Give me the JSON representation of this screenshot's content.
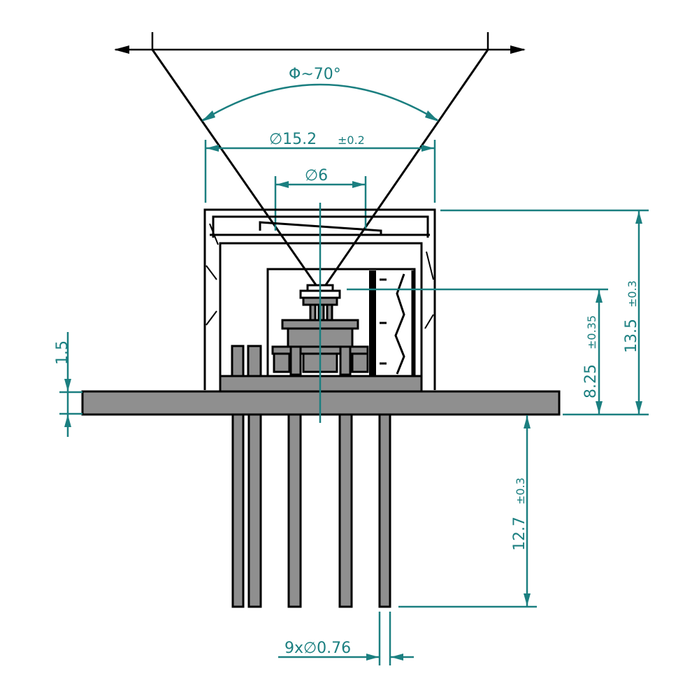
{
  "angle": {
    "label": "Φ~70°"
  },
  "outer_diameter": {
    "value": "∅15.2",
    "tol": "±0.2"
  },
  "window_diameter": {
    "value": "∅6"
  },
  "height_total": {
    "value": "13.5",
    "tol": "±0.3"
  },
  "height_chip": {
    "value": "8.25",
    "tol": "±0.35"
  },
  "flange_thickness": {
    "value": "1.5"
  },
  "pin_length": {
    "value": "12.7",
    "tol": "±0.3"
  },
  "pins": {
    "value": "9x∅0.76"
  },
  "colors": {
    "dimension": "#1b7f80",
    "body": "#8f8f8f",
    "outline": "#000000"
  }
}
